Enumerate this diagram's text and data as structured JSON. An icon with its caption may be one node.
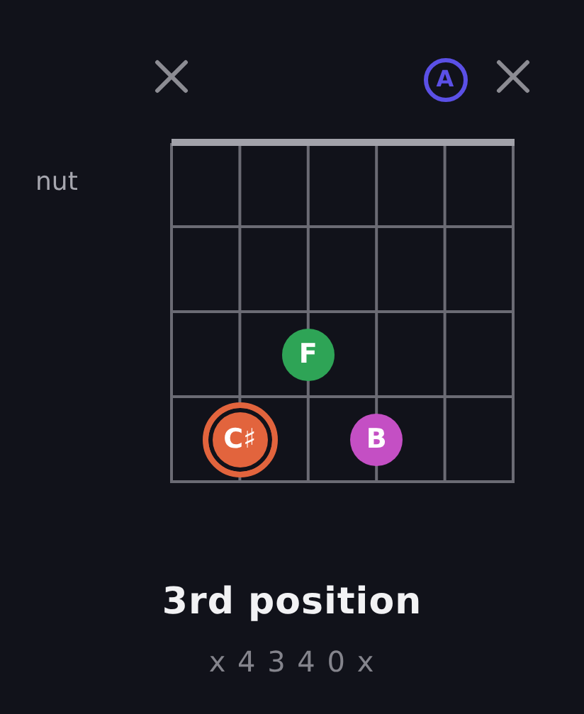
{
  "diagram": {
    "title": "3rd position",
    "caption": "x 4 3 4 0 x",
    "nodes": [
      {
        "text": [
          "A"
        ]
      },
      {
        "text": [
          "F"
        ]
      },
      {
        "text": [
          "C♯"
        ]
      },
      {
        "text": [
          "B"
        ]
      }
    ],
    "labels": [
      "nut"
    ]
  }
}
